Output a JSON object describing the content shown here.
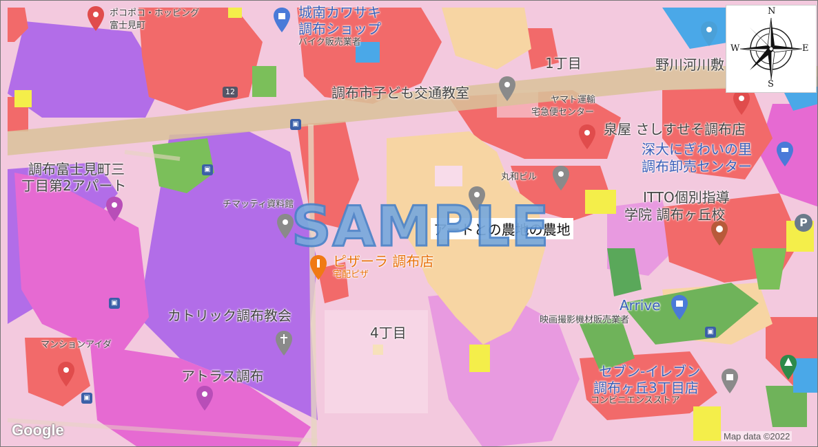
{
  "map": {
    "center_label": "アートとの農地の農地",
    "watermark": "SAMPLE",
    "attribution_logo": "Google",
    "attribution_text": "Map data ©2022",
    "road_number": "12",
    "labels": [
      {
        "id": "poco",
        "text": "ポコポコ・ホッピング",
        "cls": "sm halo"
      },
      {
        "id": "poco2",
        "text": "富士見町",
        "cls": "sm halo"
      },
      {
        "id": "kawasaki1",
        "text": "城南カワサキ",
        "cls": "big blue halo"
      },
      {
        "id": "kawasaki2",
        "text": "調布ショップ",
        "cls": "big blue halo"
      },
      {
        "id": "kawasaki3",
        "text": "バイク販売業者",
        "cls": "sm halo"
      },
      {
        "id": "chome1",
        "text": "1丁目",
        "cls": "big halo"
      },
      {
        "id": "nogawa",
        "text": "野川河川敷",
        "cls": "big halo"
      },
      {
        "id": "kodomo",
        "text": "調布市子ども交通教室",
        "cls": "big halo"
      },
      {
        "id": "yamato1",
        "text": "ヤマト運輸",
        "cls": "sm halo"
      },
      {
        "id": "yamato2",
        "text": "宅急便センター",
        "cls": "sm halo"
      },
      {
        "id": "izumiya",
        "text": "泉屋 さしすせそ調布店",
        "cls": "big halo"
      },
      {
        "id": "fukadai1",
        "text": "深大にぎわいの里",
        "cls": "big blue halo"
      },
      {
        "id": "fukadai2",
        "text": "調布卸売センター",
        "cls": "big blue halo"
      },
      {
        "id": "apart1",
        "text": "調布富士見町三",
        "cls": "big halo"
      },
      {
        "id": "apart2",
        "text": "丁目第2アパート",
        "cls": "big halo"
      },
      {
        "id": "maruwa",
        "text": "丸和ビル",
        "cls": "sm halo"
      },
      {
        "id": "itto1",
        "text": "ITTO個別指導",
        "cls": "big halo"
      },
      {
        "id": "itto2",
        "text": "学院 調布ヶ丘校",
        "cls": "big halo"
      },
      {
        "id": "chimatty",
        "text": "チマッティ資料館",
        "cls": "sm halo"
      },
      {
        "id": "pizza1",
        "text": "ピザーラ 調布店",
        "cls": "big orange halo"
      },
      {
        "id": "pizza2",
        "text": "宅配ピザ",
        "cls": "sm orange halo"
      },
      {
        "id": "arrive",
        "text": "Arrive",
        "cls": "big blue halo"
      },
      {
        "id": "eiga",
        "text": "映画撮影機材販売業者",
        "cls": "sm halo"
      },
      {
        "id": "catholic",
        "text": "カトリック調布教会",
        "cls": "big halo"
      },
      {
        "id": "chome4",
        "text": "4丁目",
        "cls": "big halo"
      },
      {
        "id": "mansion",
        "text": "マンションアイダ",
        "cls": "sm halo"
      },
      {
        "id": "atlas",
        "text": "アトラス調布",
        "cls": "big halo"
      },
      {
        "id": "seven1",
        "text": "セブン-イレブン",
        "cls": "big blue halo"
      },
      {
        "id": "seven2",
        "text": "調布ヶ丘3丁目店",
        "cls": "big blue halo"
      },
      {
        "id": "seven3",
        "text": "コンビニエンスストア",
        "cls": "sm halo"
      }
    ]
  },
  "compass": {
    "north": "N",
    "south": "S",
    "east": "E",
    "west": "W"
  },
  "colors": {
    "base_pink": "#f3c9de",
    "red": "#f26a6a",
    "purple": "#b26de8",
    "magenta": "#e66ad2",
    "orange": "#f7d5a3",
    "green": "#7bbf5a",
    "yellow": "#f4ee4a",
    "road": "#d9c29a"
  }
}
